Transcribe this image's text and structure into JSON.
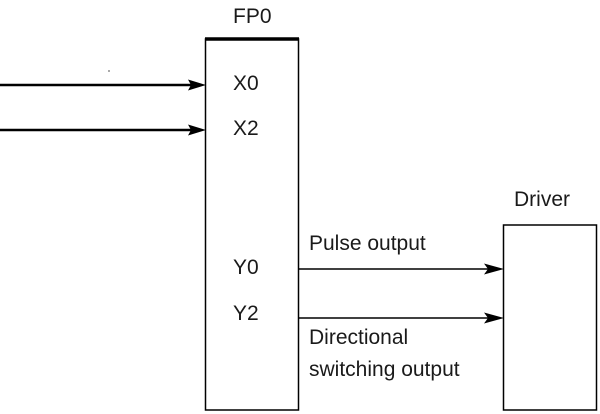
{
  "plc": {
    "title": "FP0",
    "inputs": [
      "X0",
      "X2"
    ],
    "outputs": [
      "Y0",
      "Y2"
    ]
  },
  "driver": {
    "title": "Driver"
  },
  "signals": {
    "pulse": "Pulse output",
    "direction_line1": "Directional",
    "direction_line2": "switching output"
  },
  "colors": {
    "line": "#000000",
    "text": "#1a1a1a"
  }
}
